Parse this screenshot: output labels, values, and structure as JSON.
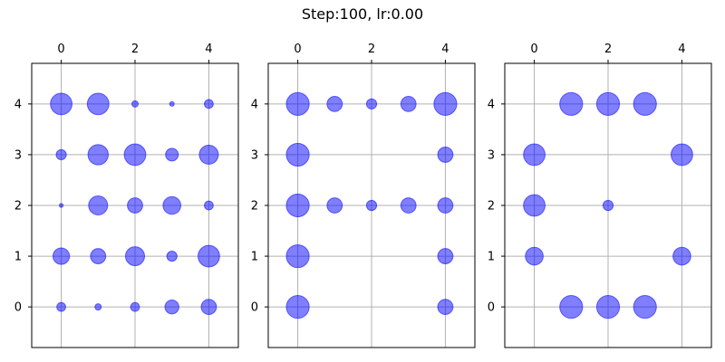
{
  "title": "Step:100, lr:0.00",
  "chart_data": [
    {
      "type": "scatter",
      "title": "",
      "x_ticks": [
        "0",
        "2",
        "4"
      ],
      "y_ticks": [
        "0",
        "1",
        "2",
        "3",
        "4"
      ],
      "xlim": [
        -0.8,
        4.8
      ],
      "ylim": [
        4.8,
        -0.8
      ],
      "grid": true,
      "color": "#0000ff",
      "points": [
        {
          "x": 0,
          "y": 0,
          "size": 0.35
        },
        {
          "x": 1,
          "y": 0,
          "size": 0.25
        },
        {
          "x": 2,
          "y": 0,
          "size": 0.35
        },
        {
          "x": 3,
          "y": 0,
          "size": 0.55
        },
        {
          "x": 4,
          "y": 0,
          "size": 0.6
        },
        {
          "x": 0,
          "y": 1,
          "size": 0.65
        },
        {
          "x": 1,
          "y": 1,
          "size": 0.6
        },
        {
          "x": 2,
          "y": 1,
          "size": 0.75
        },
        {
          "x": 3,
          "y": 1,
          "size": 0.4
        },
        {
          "x": 4,
          "y": 1,
          "size": 0.85
        },
        {
          "x": 0,
          "y": 2,
          "size": 0.15
        },
        {
          "x": 1,
          "y": 2,
          "size": 0.75
        },
        {
          "x": 2,
          "y": 2,
          "size": 0.6
        },
        {
          "x": 3,
          "y": 2,
          "size": 0.7
        },
        {
          "x": 4,
          "y": 2,
          "size": 0.35
        },
        {
          "x": 0,
          "y": 3,
          "size": 0.4
        },
        {
          "x": 1,
          "y": 3,
          "size": 0.8
        },
        {
          "x": 2,
          "y": 3,
          "size": 0.85
        },
        {
          "x": 3,
          "y": 3,
          "size": 0.5
        },
        {
          "x": 4,
          "y": 3,
          "size": 0.75
        },
        {
          "x": 0,
          "y": 4,
          "size": 0.85
        },
        {
          "x": 1,
          "y": 4,
          "size": 0.85
        },
        {
          "x": 2,
          "y": 4,
          "size": 0.25
        },
        {
          "x": 3,
          "y": 4,
          "size": 0.18
        },
        {
          "x": 4,
          "y": 4,
          "size": 0.35
        }
      ]
    },
    {
      "type": "scatter",
      "title": "",
      "x_ticks": [
        "0",
        "2",
        "4"
      ],
      "y_ticks": [
        "0",
        "1",
        "2",
        "3",
        "4"
      ],
      "xlim": [
        -0.8,
        4.8
      ],
      "ylim": [
        4.8,
        -0.8
      ],
      "grid": true,
      "color": "#0000ff",
      "points": [
        {
          "x": 0,
          "y": 0,
          "size": 0.9
        },
        {
          "x": 4,
          "y": 0,
          "size": 0.6
        },
        {
          "x": 0,
          "y": 1,
          "size": 0.9
        },
        {
          "x": 4,
          "y": 1,
          "size": 0.6
        },
        {
          "x": 0,
          "y": 2,
          "size": 0.9
        },
        {
          "x": 1,
          "y": 2,
          "size": 0.6
        },
        {
          "x": 2,
          "y": 2,
          "size": 0.4
        },
        {
          "x": 3,
          "y": 2,
          "size": 0.6
        },
        {
          "x": 4,
          "y": 2,
          "size": 0.6
        },
        {
          "x": 0,
          "y": 3,
          "size": 0.9
        },
        {
          "x": 4,
          "y": 3,
          "size": 0.6
        },
        {
          "x": 0,
          "y": 4,
          "size": 0.9
        },
        {
          "x": 1,
          "y": 4,
          "size": 0.6
        },
        {
          "x": 2,
          "y": 4,
          "size": 0.4
        },
        {
          "x": 3,
          "y": 4,
          "size": 0.6
        },
        {
          "x": 4,
          "y": 4,
          "size": 0.9
        }
      ]
    },
    {
      "type": "scatter",
      "title": "",
      "x_ticks": [
        "0",
        "2",
        "4"
      ],
      "y_ticks": [
        "0",
        "1",
        "2",
        "3",
        "4"
      ],
      "xlim": [
        -0.8,
        4.8
      ],
      "ylim": [
        4.8,
        -0.8
      ],
      "grid": true,
      "color": "#0000ff",
      "points": [
        {
          "x": 1,
          "y": 0,
          "size": 0.9
        },
        {
          "x": 2,
          "y": 0,
          "size": 0.9
        },
        {
          "x": 3,
          "y": 0,
          "size": 0.9
        },
        {
          "x": 0,
          "y": 1,
          "size": 0.7
        },
        {
          "x": 4,
          "y": 1,
          "size": 0.7
        },
        {
          "x": 0,
          "y": 2,
          "size": 0.85
        },
        {
          "x": 2,
          "y": 2,
          "size": 0.4
        },
        {
          "x": 0,
          "y": 3,
          "size": 0.85
        },
        {
          "x": 4,
          "y": 3,
          "size": 0.85
        },
        {
          "x": 1,
          "y": 4,
          "size": 0.9
        },
        {
          "x": 2,
          "y": 4,
          "size": 0.9
        },
        {
          "x": 3,
          "y": 4,
          "size": 0.9
        }
      ]
    }
  ]
}
